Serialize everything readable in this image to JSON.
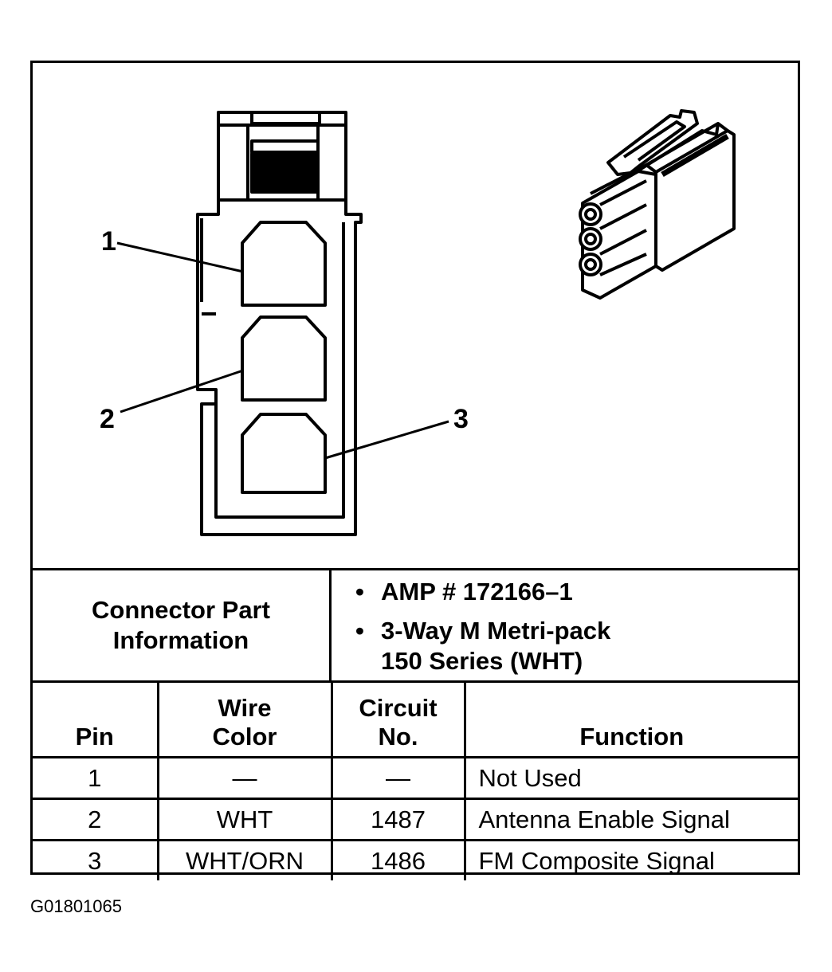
{
  "diagram": {
    "pin_callouts": [
      "1",
      "2",
      "3"
    ]
  },
  "connector_info": {
    "label_lines": [
      "Connector Part",
      "Information"
    ],
    "specs": [
      {
        "bullet": "•",
        "lines": [
          "AMP # 172166–1"
        ]
      },
      {
        "bullet": "•",
        "lines": [
          "3-Way M Metri-pack",
          "150 Series (WHT)"
        ]
      }
    ]
  },
  "pin_table": {
    "headers": {
      "pin": [
        "Pin"
      ],
      "wire_color": [
        "Wire",
        "Color"
      ],
      "circuit_no": [
        "Circuit",
        "No."
      ],
      "function": [
        "Function"
      ]
    },
    "rows": [
      {
        "pin": "1",
        "wire_color": "—",
        "circuit_no": "—",
        "function": "Not Used"
      },
      {
        "pin": "2",
        "wire_color": "WHT",
        "circuit_no": "1487",
        "function": "Antenna Enable Signal"
      },
      {
        "pin": "3",
        "wire_color": "WHT/ORN",
        "circuit_no": "1486",
        "function": "FM Composite Signal"
      }
    ]
  },
  "figure_code": "G01801065"
}
